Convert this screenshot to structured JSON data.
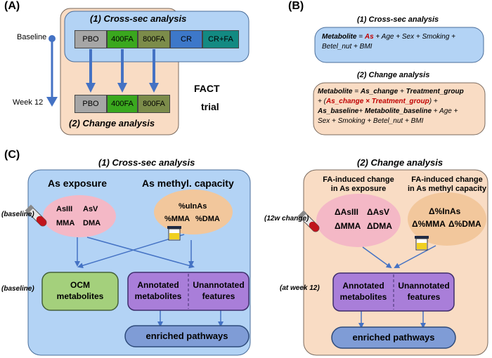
{
  "panelA": {
    "label": "(A)",
    "cross_sec_title": "(1) Cross-sec analysis",
    "change_title": "(2) Change analysis",
    "baseline": "Baseline",
    "week12": "Week 12",
    "fact": "FACT",
    "trial": "trial",
    "arms_top": [
      "PBO",
      "400FA",
      "800FA",
      "CR",
      "CR+FA"
    ],
    "arms_bottom": [
      "PBO",
      "400FA",
      "800FA"
    ]
  },
  "panelB": {
    "label": "(B)",
    "cross_title": "(1) Cross-sec analysis",
    "cross_formula": {
      "p1": "Metabolite",
      "p2": " = ",
      "p3": "As",
      "p4": " + Age + Sex + Smoking +",
      "p5": "Betel_nut + BMI"
    },
    "change_title": "(2) Change analysis",
    "change_formula": {
      "p1": "Metabolite",
      "p2": " = ",
      "p3": "As_change",
      "p4": " + ",
      "p5": "Treatment_group",
      "p6": "+ (",
      "p7": "As_change × Treatment_group",
      "p8": ") +",
      "p9": "As_baseline",
      "p10": "+ ",
      "p11": "Metabolite_baseline",
      "p12": " + Age +",
      "p13": "Sex + Smoking + Betel_nut + BMI"
    }
  },
  "panelC": {
    "label": "(C)",
    "left_title": "(1) Cross-sec analysis",
    "right_title": "(2) Change analysis",
    "as_exposure": "As exposure",
    "as_methyl": "As methyl. capacity",
    "baseline1": "(baseline)",
    "baseline2": "(baseline)",
    "asiii": "AsIII",
    "asv": "AsV",
    "mma": "MMA",
    "dma": "DMA",
    "pinas": "%uInAs",
    "pmma": "%MMA",
    "pdma": "%DMA",
    "ocm1": "OCM",
    "ocm2": "metabolites",
    "ann1": "Annotated",
    "ann2": "metabolites",
    "unann1": "Unannotated",
    "unann2": "features",
    "enriched_left": "enriched pathways",
    "fa_exposure1": "FA-induced change",
    "fa_exposure2": "in As exposure",
    "fa_methyl1": "FA-induced change",
    "fa_methyl2": "in As methyl capacity",
    "w12change": "(12w change)",
    "atweek12": "(at week 12)",
    "d_asiii": "ΔAsIII",
    "d_asv": "ΔAsV",
    "d_mma": "ΔMMA",
    "d_dma": "ΔDMA",
    "d_pinas": "Δ%InAs",
    "d_pmma": "Δ%MMA",
    "d_pdma": "Δ%DMA",
    "ann1_r": "Annotated",
    "ann2_r": "metabolites",
    "unann1_r": "Unannotated",
    "unann2_r": "features",
    "enriched_right": "enriched pathways"
  },
  "colors": {
    "blue_panel": "#b3d3f5",
    "peach_panel": "#f9dcc4",
    "pbo": "#a6a6a6",
    "fa400": "#3aa81e",
    "fa800": "#7c8c4a",
    "cr": "#3d78c9",
    "crfa": "#138a82",
    "pink": "#f4b8c6",
    "tan": "#f2c79c",
    "green_node": "#a4d07c",
    "purple_node": "#a97ed9",
    "enriched": "#7f9cd6",
    "arrow": "#4472c4"
  }
}
